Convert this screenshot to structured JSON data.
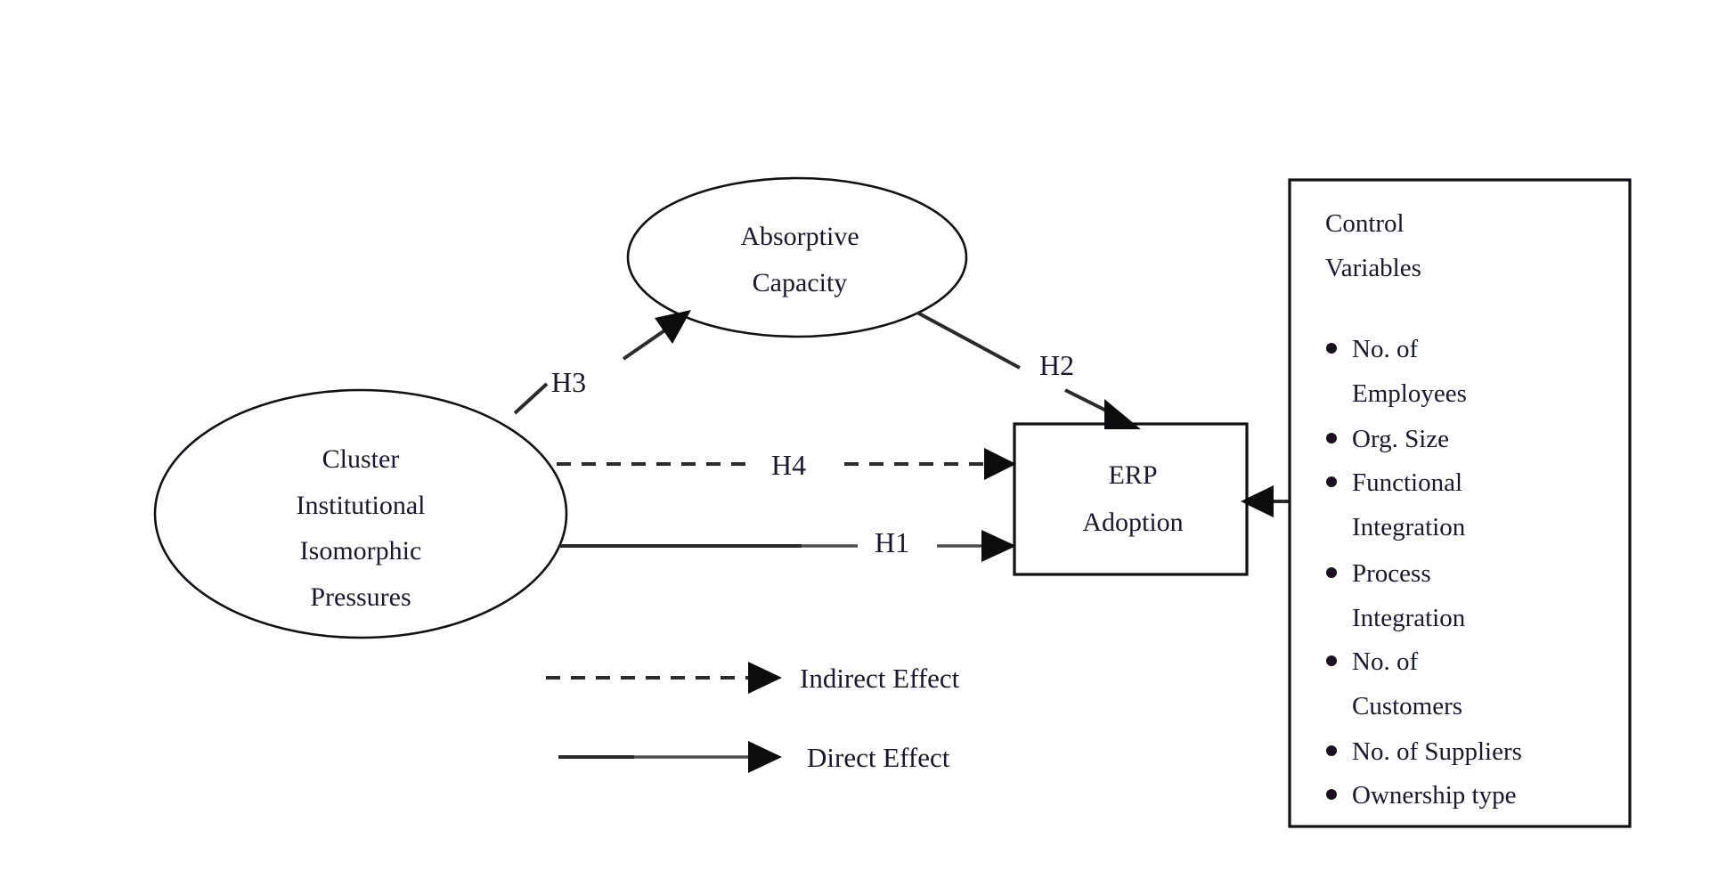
{
  "figure": {
    "kind": "research-model-path-diagram",
    "background": "#ffffff",
    "ink": "#181830"
  },
  "nodes": {
    "predictor": {
      "shape": "ellipse",
      "line1": "Cluster",
      "line2": "Institutional",
      "line3": "Isomorphic",
      "line4": "Pressures"
    },
    "mediator": {
      "shape": "ellipse",
      "line1": "Absorptive",
      "line2": "Capacity"
    },
    "outcome": {
      "shape": "rectangle",
      "line1": "ERP",
      "line2": "Adoption"
    }
  },
  "hypotheses": {
    "h1": {
      "label": "H1",
      "from": "Cluster Institutional Isomorphic Pressures",
      "to": "ERP Adoption",
      "style": "solid",
      "effect": "Direct Effect"
    },
    "h2": {
      "label": "H2",
      "from": "Absorptive Capacity",
      "to": "ERP Adoption",
      "style": "solid",
      "effect": "Direct Effect"
    },
    "h3": {
      "label": "H3",
      "from": "Cluster Institutional Isomorphic Pressures",
      "to": "Absorptive Capacity",
      "style": "solid",
      "effect": "Direct Effect"
    },
    "h4": {
      "label": "H4",
      "from": "Cluster Institutional Isomorphic Pressures",
      "to": "ERP Adoption",
      "style": "dashed",
      "effect": "Indirect Effect"
    }
  },
  "legend": {
    "entries": [
      {
        "label": "Indirect Effect",
        "style": "dashed"
      },
      {
        "label": "Direct Effect",
        "style": "solid"
      }
    ]
  },
  "control_panel": {
    "title_line1": "Control",
    "title_line2": "Variables",
    "items": [
      {
        "line1": "No. of",
        "line2": "Employees"
      },
      {
        "line1": "Org. Size",
        "line2": ""
      },
      {
        "line1": "Functional",
        "line2": "Integration"
      },
      {
        "line1": "Process",
        "line2": "Integration"
      },
      {
        "line1": "No. of",
        "line2": "Customers"
      },
      {
        "line1": "No. of Suppliers",
        "line2": ""
      },
      {
        "line1": "Ownership type",
        "line2": ""
      }
    ]
  }
}
